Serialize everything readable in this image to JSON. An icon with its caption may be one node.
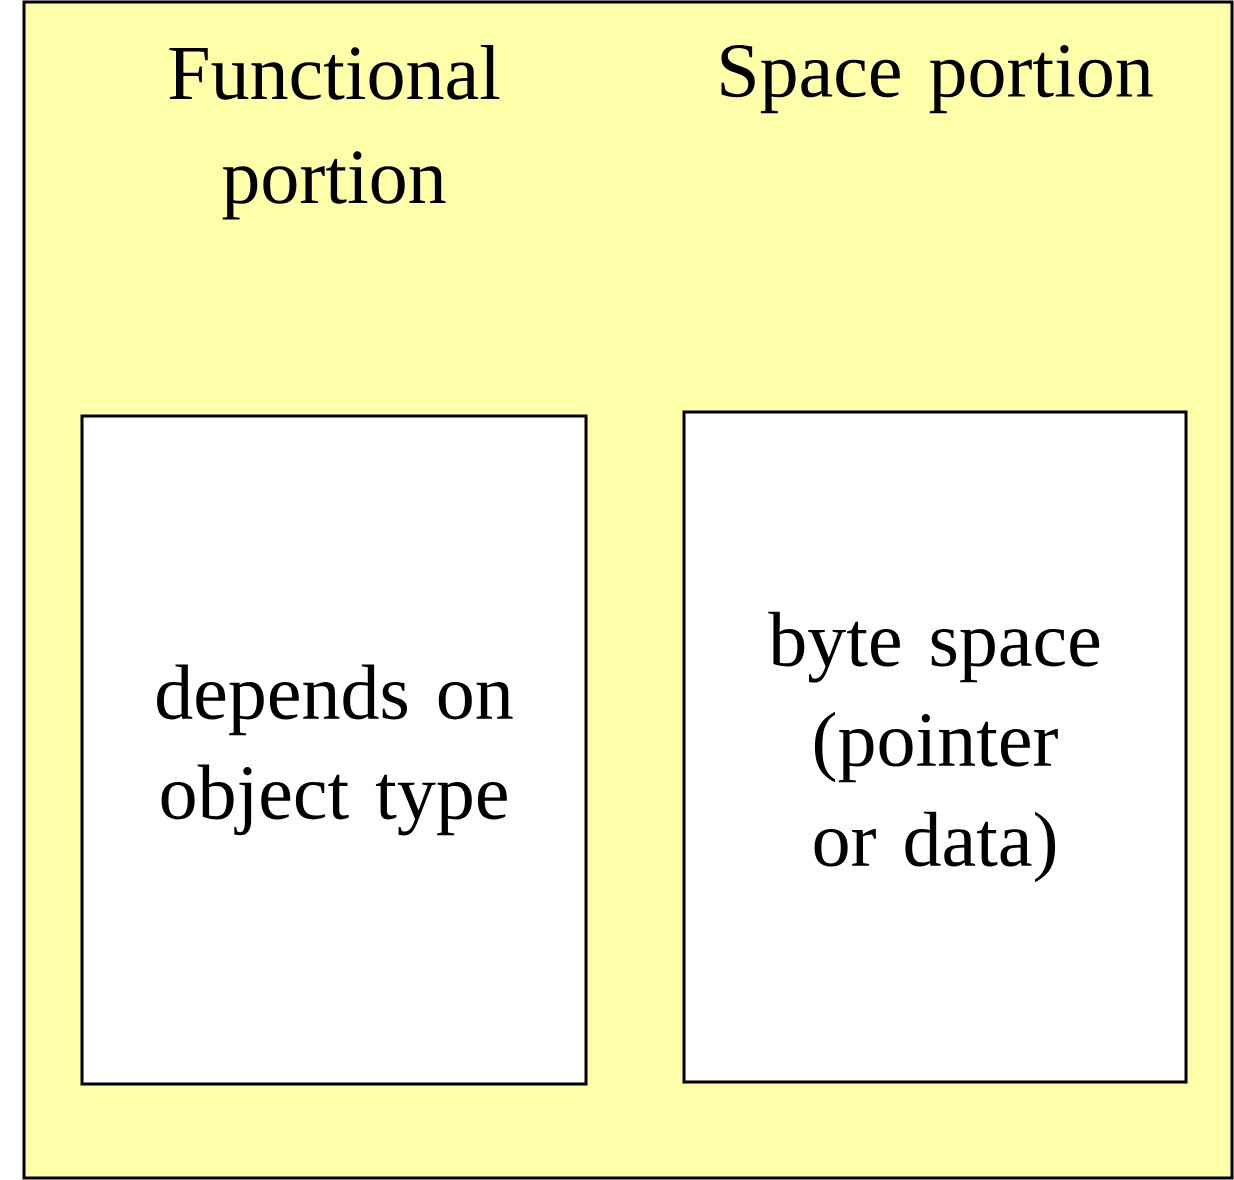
{
  "diagram": {
    "nodes": [
      {
        "text": [],
        "shape": "box"
      },
      {
        "text": [
          "Functional portion",
          "depends on object type"
        ],
        "in": 0
      },
      {
        "text": [
          "Space portion",
          "byte space (pointer or data)"
        ],
        "in": 0
      }
    ]
  }
}
